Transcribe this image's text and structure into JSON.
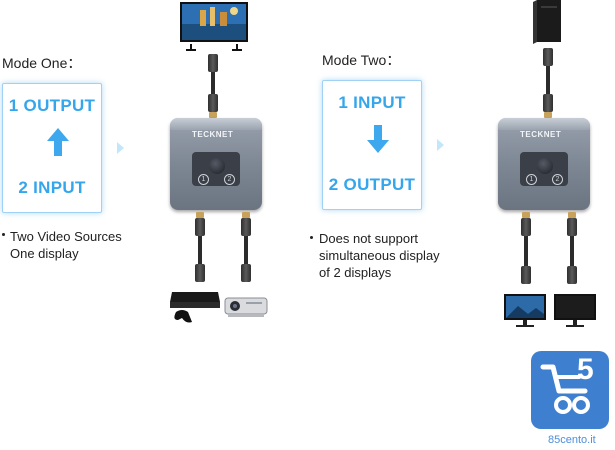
{
  "mode_one": {
    "title": "Mode One：",
    "top_label": "1 OUTPUT",
    "bottom_label": "2 INPUT",
    "arrow_direction": "up",
    "notes": [
      "Two Video Sources",
      "One display"
    ]
  },
  "mode_two": {
    "title": "Mode Two：",
    "top_label": "1 INPUT",
    "bottom_label": "2 OUTPUT",
    "arrow_direction": "down",
    "notes": [
      "Does not support",
      "simultaneous display",
      "of 2 displays"
    ]
  },
  "switch_device": {
    "brand": "TECKNET",
    "port_1": "1",
    "port_2": "2"
  },
  "watermark": {
    "logo_text": "5",
    "site": "85cento.it"
  },
  "colors": {
    "accent_blue": "#35a6ec",
    "panel_border": "#9fd2f5",
    "logo_bg": "#3f7fd0"
  },
  "icons": {
    "mode_one_top": "tv-icon",
    "mode_one_bottom": [
      "game-console-icon",
      "projector-icon"
    ],
    "mode_two_top": "pc-tower-icon",
    "mode_two_bottom": [
      "monitor-icon",
      "monitor-icon"
    ]
  }
}
